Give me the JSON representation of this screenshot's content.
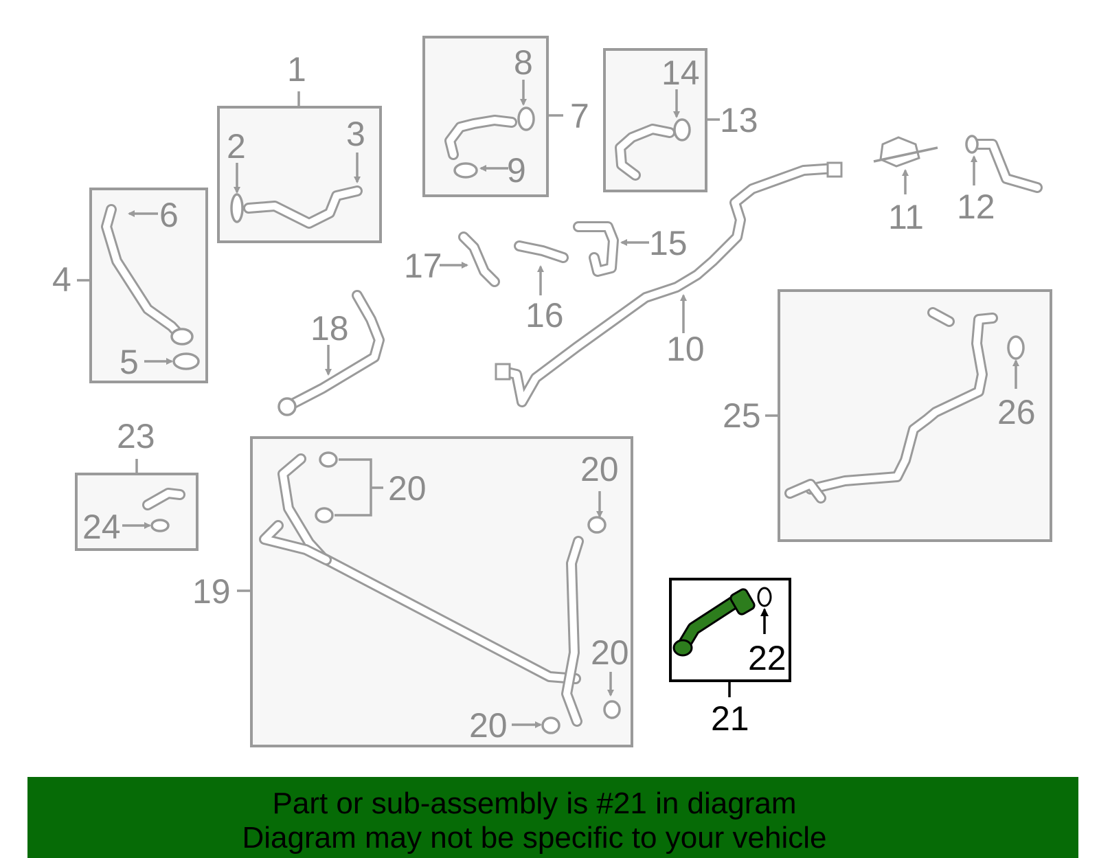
{
  "diagram": {
    "selected_part": "21",
    "callouts": {
      "c1": "1",
      "c2": "2",
      "c3": "3",
      "c4": "4",
      "c5": "5",
      "c6": "6",
      "c7": "7",
      "c8": "8",
      "c9": "9",
      "c10": "10",
      "c11": "11",
      "c12": "12",
      "c13": "13",
      "c14": "14",
      "c15": "15",
      "c16": "16",
      "c17": "17",
      "c18": "18",
      "c19": "19",
      "c20": "20",
      "c21": "21",
      "c22": "22",
      "c23": "23",
      "c24": "24",
      "c25": "25",
      "c26": "26"
    },
    "colors": {
      "line_gray": "#9a9a9a",
      "label_gray": "#8c8c8c",
      "highlight_green": "#2d7d1d",
      "banner_green": "#066b06"
    }
  },
  "banner": {
    "line1": "Part or sub-assembly is #21 in diagram",
    "line2": "Diagram may not be specific to your vehicle"
  }
}
